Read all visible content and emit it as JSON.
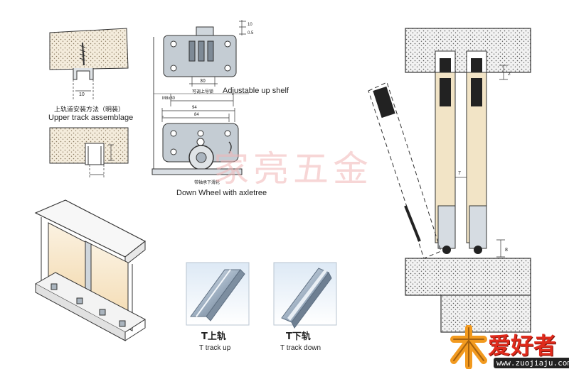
{
  "labels": {
    "upper_track_cn": "上轨道安装方法（明装）",
    "upper_track_en": "Upper track assemblage",
    "adjustable_cn": "可调上导锁",
    "adjustable_en": "Adjustable up shelf",
    "down_wheel_cn": "带轴承下滑轮",
    "down_wheel_en": "Down Wheel with axletree",
    "t_up_cn": "T上轨",
    "t_up_en": "T track up",
    "t_down_cn": "T下轨",
    "t_down_en": "T track down"
  },
  "dimensions": {
    "upper_10": "10",
    "shelf_30": "30",
    "shelf_10": "10",
    "shelf_05": "0.5",
    "wheel_m8": "M8x30",
    "wheel_94": "94",
    "wheel_84": "84",
    "section_2": "2",
    "section_7": "7",
    "section_8": "8"
  },
  "watermark": "家亮五金",
  "logo": {
    "brand": "爱好者",
    "site": "www.zuojiaju.com"
  },
  "colors": {
    "stipple_fill": "#f3ead8",
    "glass_tint": "#f6e2c0",
    "metal": "#9aa6b2",
    "logo_red": "#e02a1c",
    "logo_orange": "#f29a1f"
  }
}
